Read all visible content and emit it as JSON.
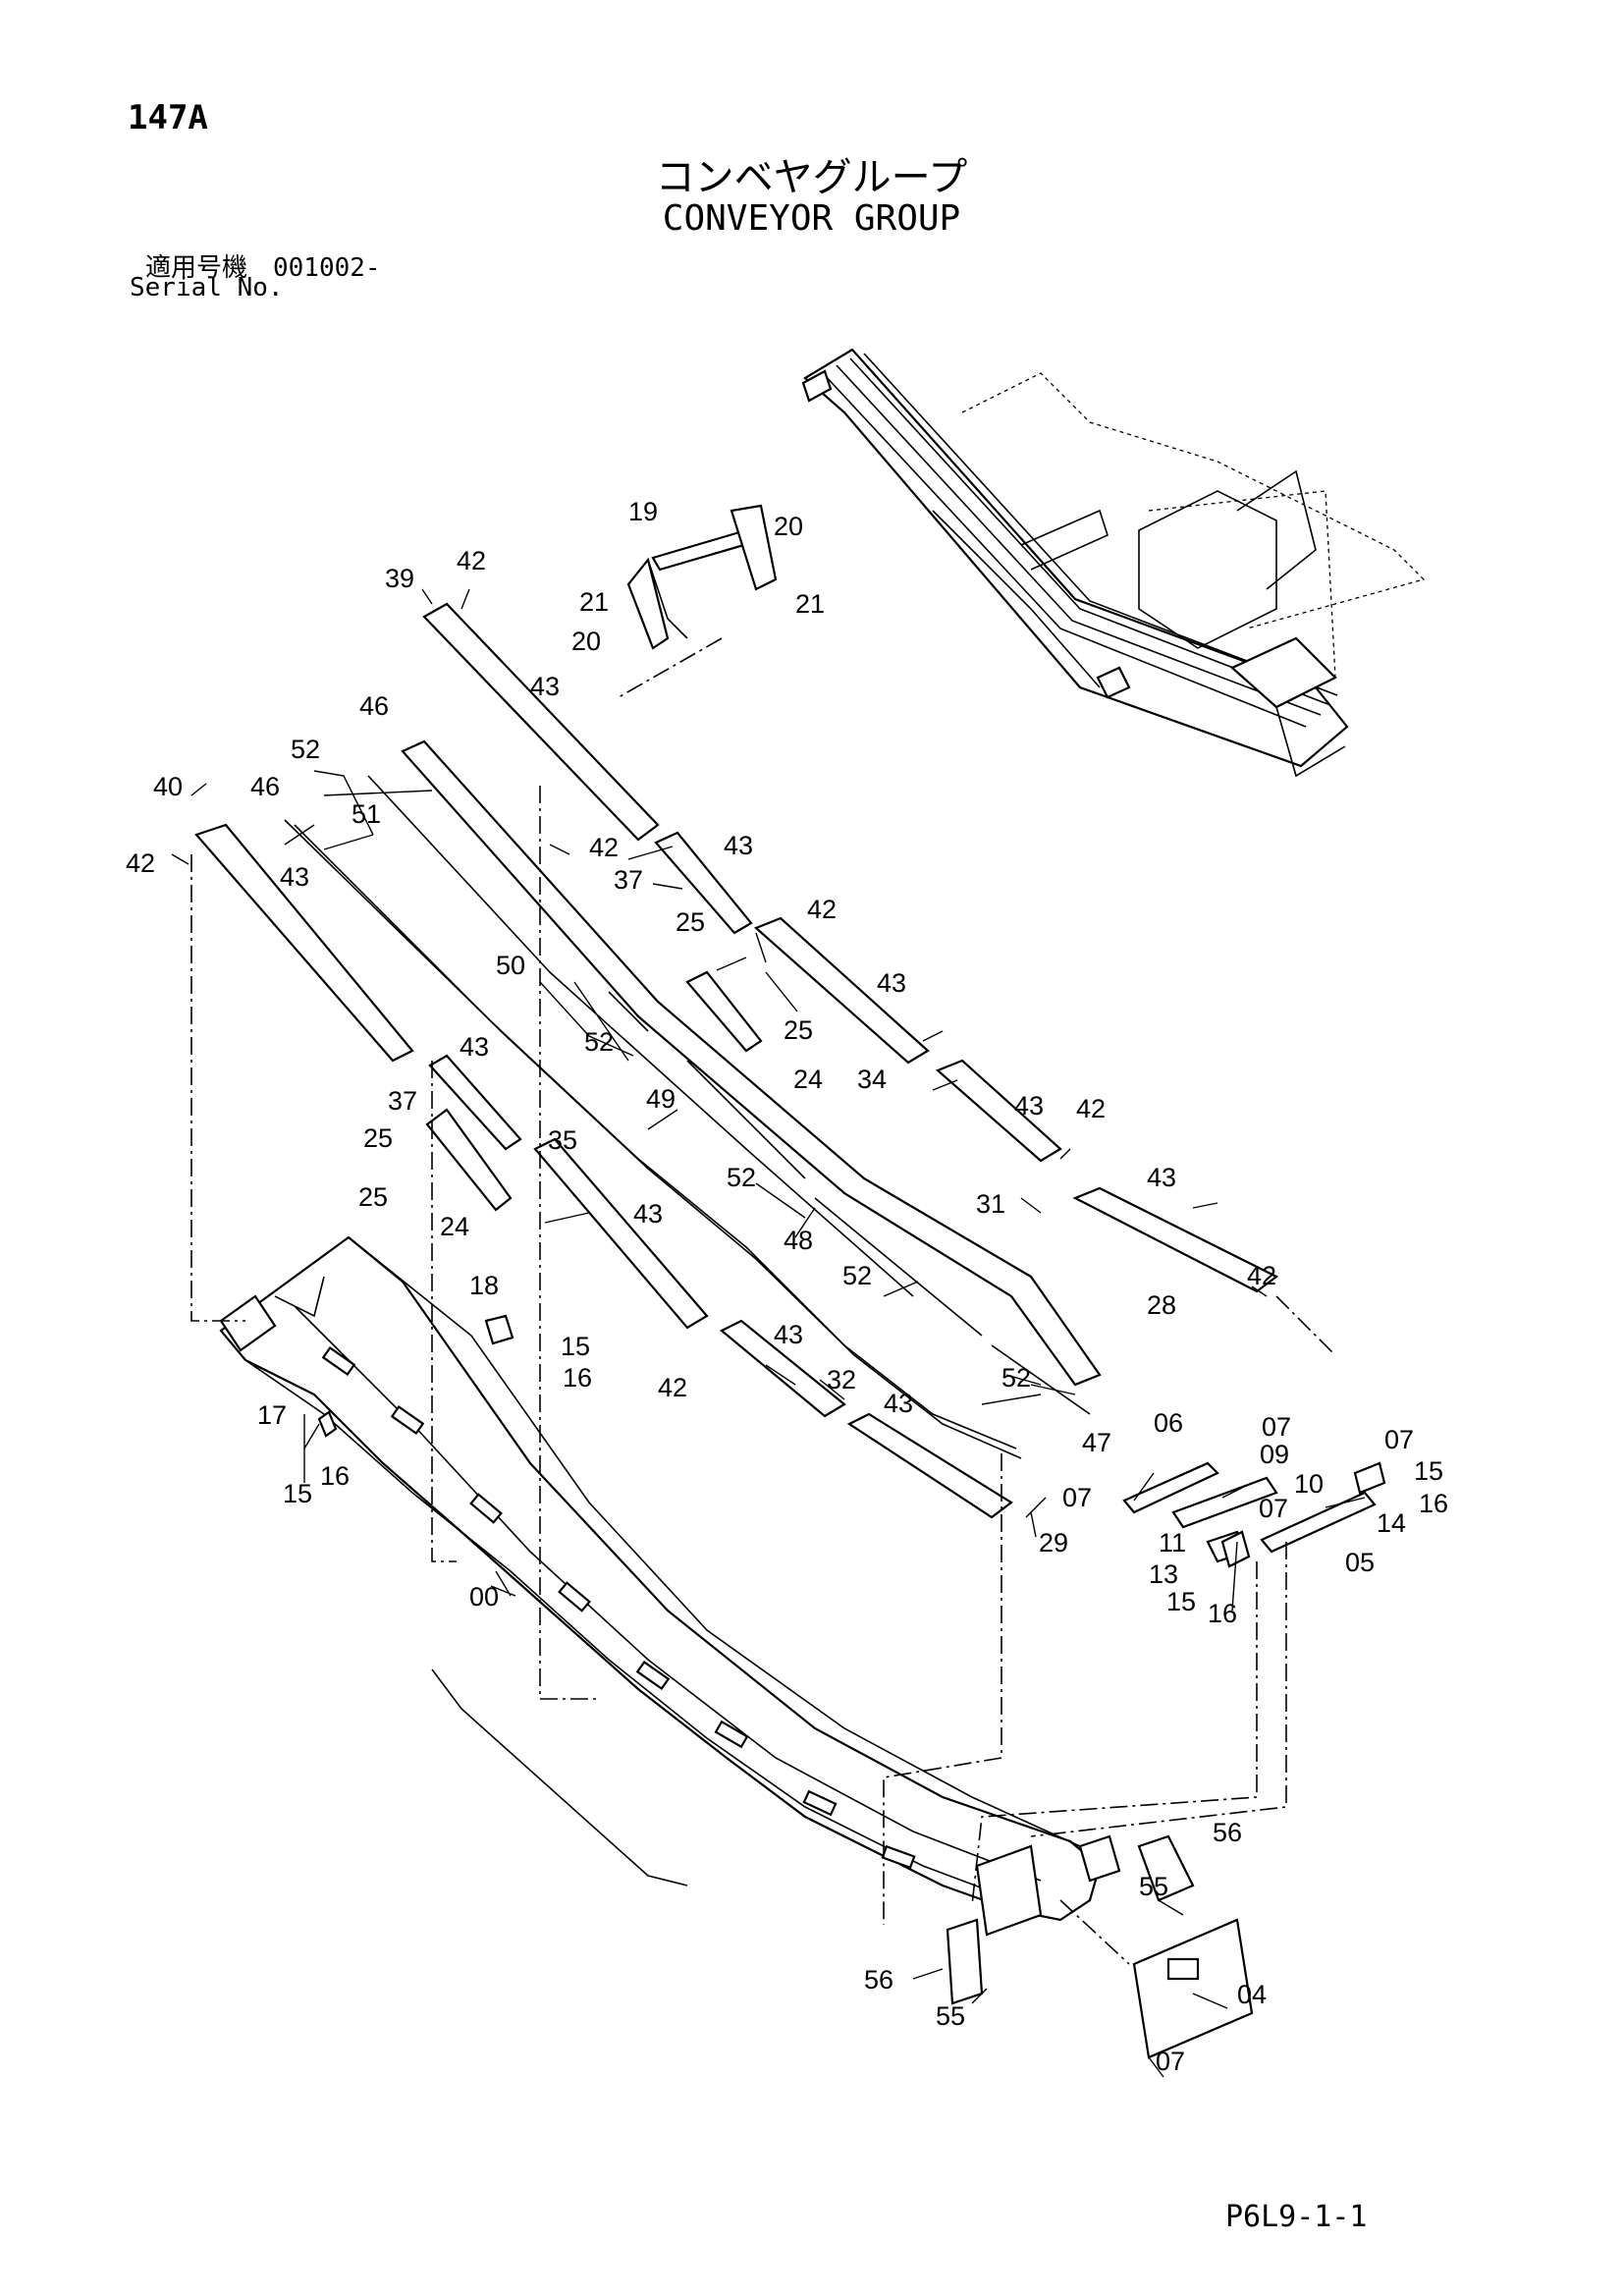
{
  "header": {
    "page_number": "147A",
    "title_jp": "コンベヤグループ",
    "title_en": "CONVEYOR GROUP",
    "serial_jp": "適用号機　001002-",
    "serial_en": "Serial No."
  },
  "footer": {
    "page_code": "P6L9-1-1"
  },
  "callouts": {
    "c00": "00",
    "c04": "04",
    "c05": "05",
    "c06": "06",
    "c07a": "07",
    "c07b": "07",
    "c07c": "07",
    "c07d": "07",
    "c07e": "07",
    "c09": "09",
    "c10": "10",
    "c11": "11",
    "c13": "13",
    "c14": "14",
    "c15a": "15",
    "c15b": "15",
    "c15c": "15",
    "c15d": "15",
    "c16a": "16",
    "c16b": "16",
    "c16c": "16",
    "c16d": "16",
    "c17": "17",
    "c18": "18",
    "c19": "19",
    "c20a": "20",
    "c20b": "20",
    "c21a": "21",
    "c21b": "21",
    "c24a": "24",
    "c24b": "24",
    "c25a": "25",
    "c25b": "25",
    "c25c": "25",
    "c25d": "25",
    "c28": "28",
    "c29": "29",
    "c31": "31",
    "c32": "32",
    "c34": "34",
    "c35": "35",
    "c37a": "37",
    "c37b": "37",
    "c39": "39",
    "c40": "40",
    "c42a": "42",
    "c42b": "42",
    "c42c": "42",
    "c42d": "42",
    "c42e": "42",
    "c42f": "42",
    "c42g": "42",
    "c43a": "43",
    "c43b": "43",
    "c43c": "43",
    "c43d": "43",
    "c43e": "43",
    "c43f": "43",
    "c43g": "43",
    "c43h": "43",
    "c43i": "43",
    "c43j": "43",
    "c46a": "46",
    "c46b": "46",
    "c47": "47",
    "c48": "48",
    "c49": "49",
    "c50": "50",
    "c51": "51",
    "c52a": "52",
    "c52b": "52",
    "c52c": "52",
    "c52d": "52",
    "c52e": "52",
    "c55a": "55",
    "c55b": "55",
    "c56a": "56",
    "c56b": "56"
  }
}
